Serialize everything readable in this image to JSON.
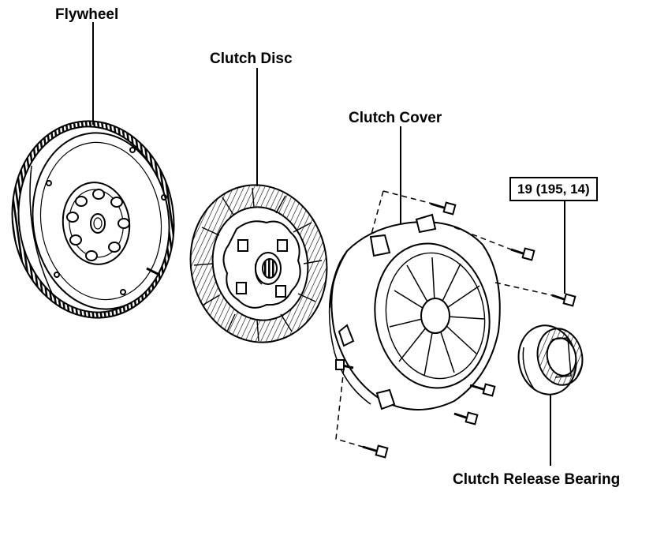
{
  "labels": {
    "flywheel": "Flywheel",
    "clutch_disc": "Clutch Disc",
    "clutch_cover": "Clutch Cover",
    "release_bearing": "Clutch Release Bearing",
    "torque_spec": "19 (195, 14)"
  },
  "colors": {
    "ink": "#000000",
    "paper": "#ffffff"
  }
}
